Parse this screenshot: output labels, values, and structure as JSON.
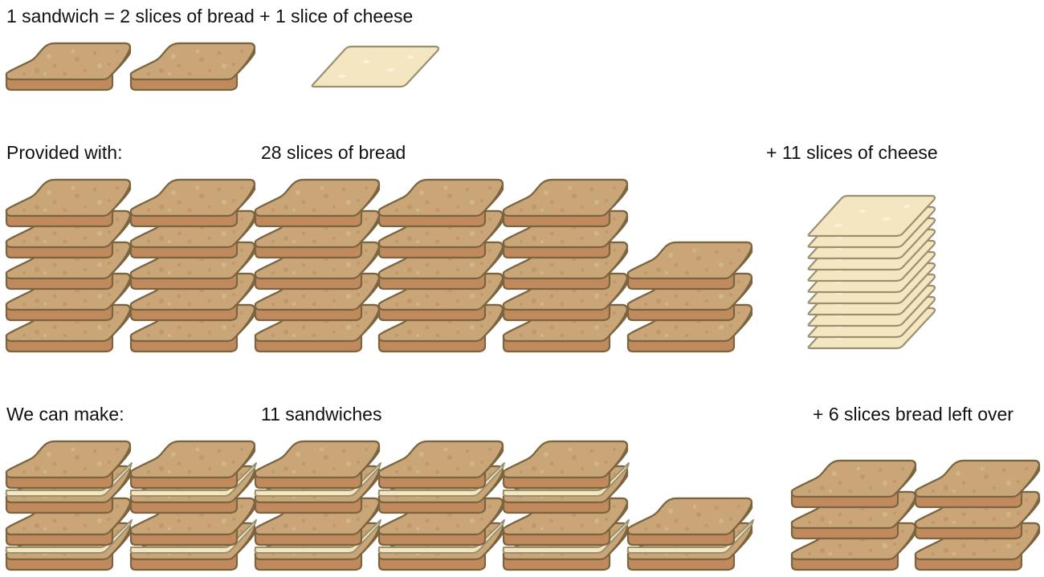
{
  "equation": {
    "text": "1 sandwich = 2 slices of bread + 1 slice of cheese"
  },
  "provided": {
    "label": "Provided with:",
    "bread_label": "28 slices of bread",
    "cheese_label": "+ 11 slices of cheese",
    "bread_count": 28,
    "cheese_count": 11
  },
  "result": {
    "label": "We can make:",
    "sandwiches_label": "11 sandwiches",
    "leftover_label": "+ 6 slices bread left over",
    "sandwich_count": 11,
    "leftover_bread_count": 6
  },
  "colors": {
    "bread_top": "#c9a578",
    "bread_crust": "#c08a5c",
    "outline": "#7a6540",
    "cheese": "#f3e6c0",
    "cheese_outline": "#9a9070"
  }
}
